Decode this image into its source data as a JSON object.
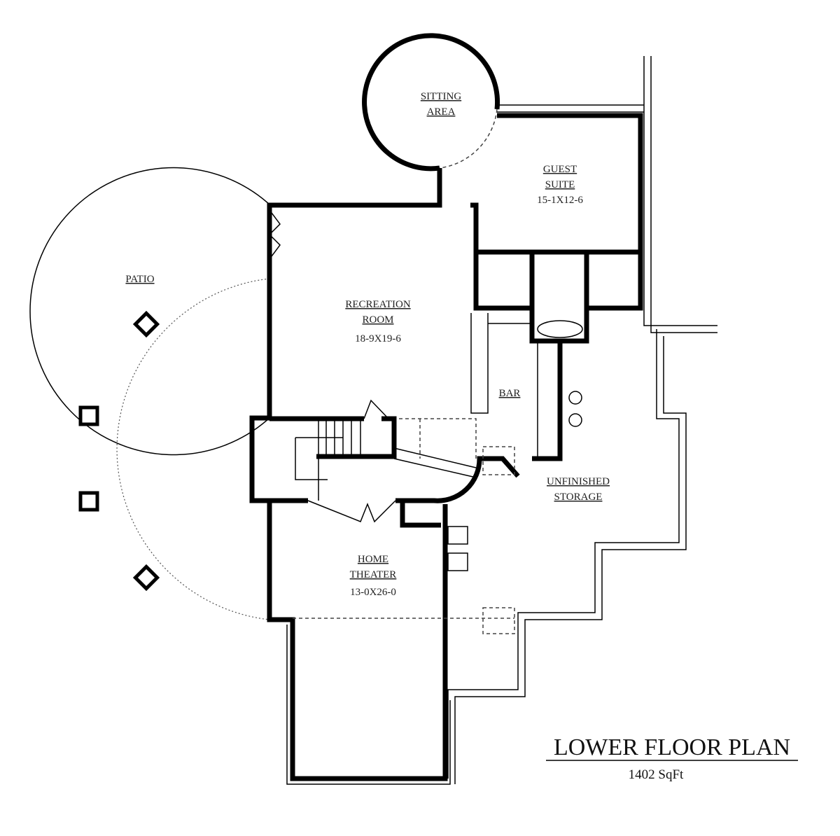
{
  "rooms": {
    "sitting_area": {
      "line1": "SITTING",
      "line2": "AREA"
    },
    "guest_suite": {
      "line1": "GUEST",
      "line2": "SUITE",
      "size": "15-1X12-6"
    },
    "patio": {
      "line1": "PATIO"
    },
    "recreation_room": {
      "line1": "RECREATION",
      "line2": "ROOM",
      "size": "18-9X19-6"
    },
    "bar": {
      "line1": "BAR"
    },
    "unfinished_storage": {
      "line1": "UNFINISHED",
      "line2": "STORAGE"
    },
    "home_theater": {
      "line1": "HOME",
      "line2": "THEATER",
      "size": "13-0X26-0"
    }
  },
  "title": {
    "text": "LOWER FLOOR PLAN",
    "area": "1402 SqFt"
  }
}
